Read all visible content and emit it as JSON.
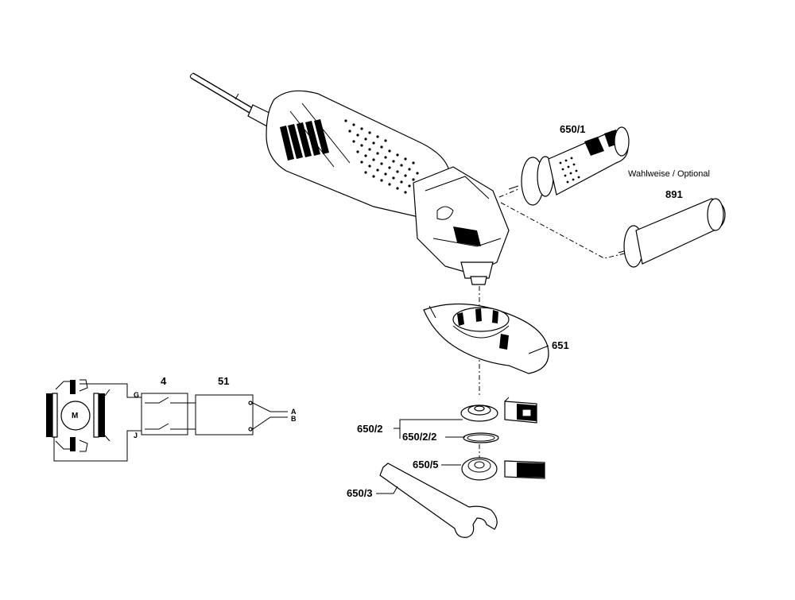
{
  "labels": {
    "p650_1": "650/1",
    "optional_note": "Wahlweise / Optional",
    "p891": "891",
    "p651": "651",
    "p4": "4",
    "p51": "51",
    "motor": "M",
    "terminal_g": "G",
    "terminal_j": "J",
    "terminal_a": "A",
    "terminal_b": "B",
    "p650_2": "650/2",
    "p650_2_2": "650/2/2",
    "p650_5": "650/5",
    "p650_3": "650/3"
  }
}
